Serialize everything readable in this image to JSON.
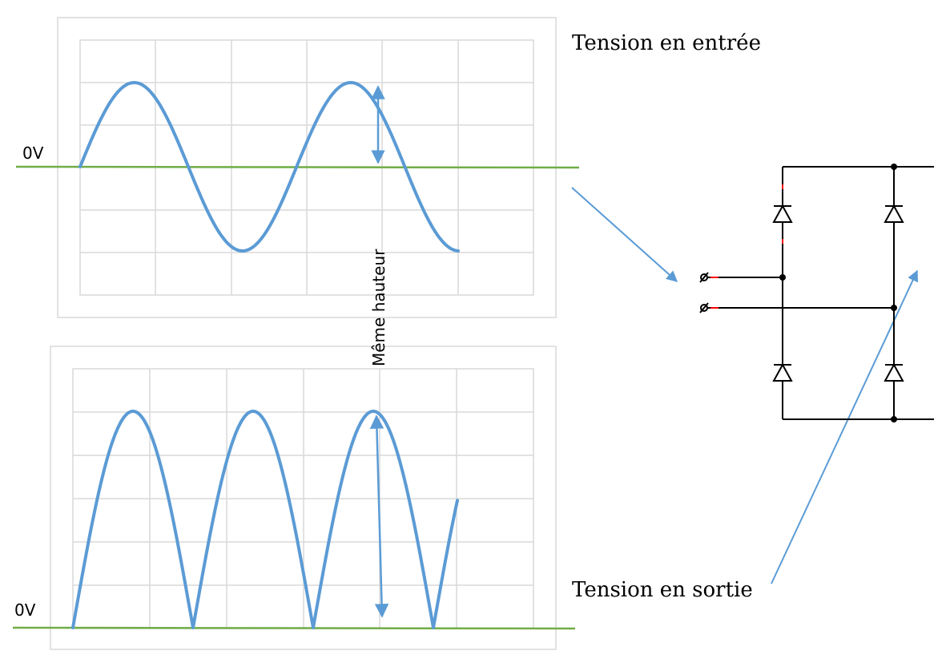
{
  "labels": {
    "input_title": "Tension en entrée",
    "output_title": "Tension en sortie",
    "zero_top": "0V",
    "zero_bottom": "0V",
    "same_height": "Même hauteur"
  },
  "colors": {
    "wave": "#5b9bd5",
    "baseline": "#70ad47",
    "grid": "#d9d9d9",
    "frame": "#d9d9d9",
    "circuit": "#000000",
    "terminal_accent": "#ff0000"
  },
  "signals": {
    "input": {
      "shape": "sine",
      "cycles_shown": 1.75
    },
    "output": {
      "shape": "full-wave rectified sine",
      "humps_shown": 3.3
    }
  }
}
